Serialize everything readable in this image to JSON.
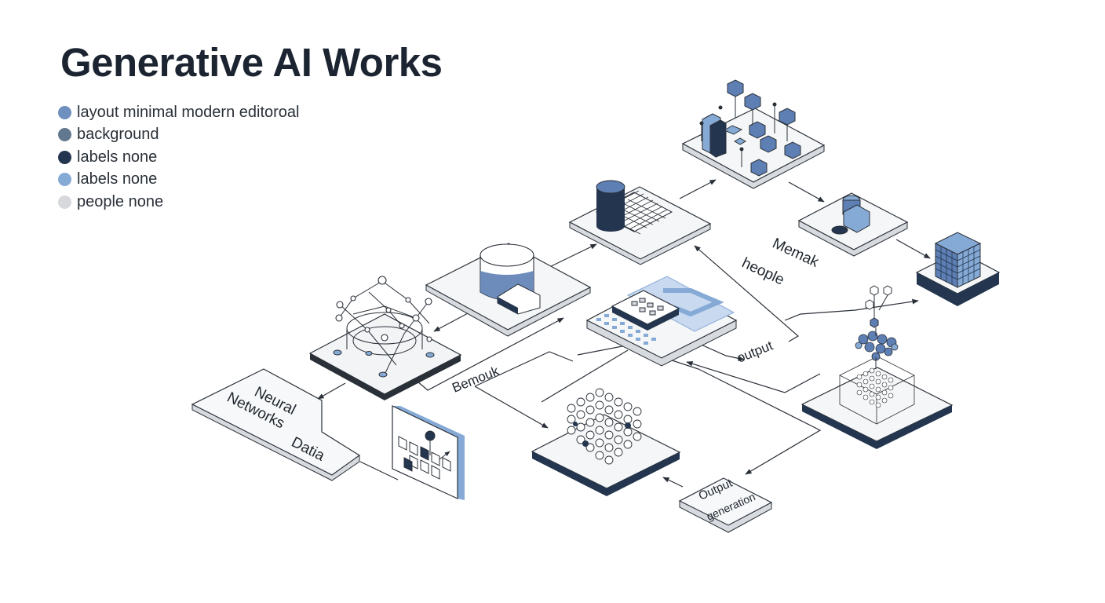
{
  "title": "Generative AI Works",
  "legend": [
    {
      "label": "layout  minimal modern editoroal",
      "color": "#6f8fbe"
    },
    {
      "label": "background",
      "color": "#62788f"
    },
    {
      "label": "labels  none",
      "color": "#24364f"
    },
    {
      "label": "labels  none",
      "color": "#86aad6"
    },
    {
      "label": "people  none",
      "color": "#d6d8dc"
    }
  ],
  "diagram_labels": {
    "neural": "Neural",
    "networks": "Networks",
    "data": "Datia",
    "bemouk": "Bemouk",
    "memak": "Memak",
    "heople": "heople",
    "output": "output",
    "output_generation_1": "Output",
    "output_generation_2": "generation"
  },
  "colors": {
    "accent_blue": "#86aad6",
    "dark_navy": "#24364f",
    "line": "#2a3038"
  }
}
